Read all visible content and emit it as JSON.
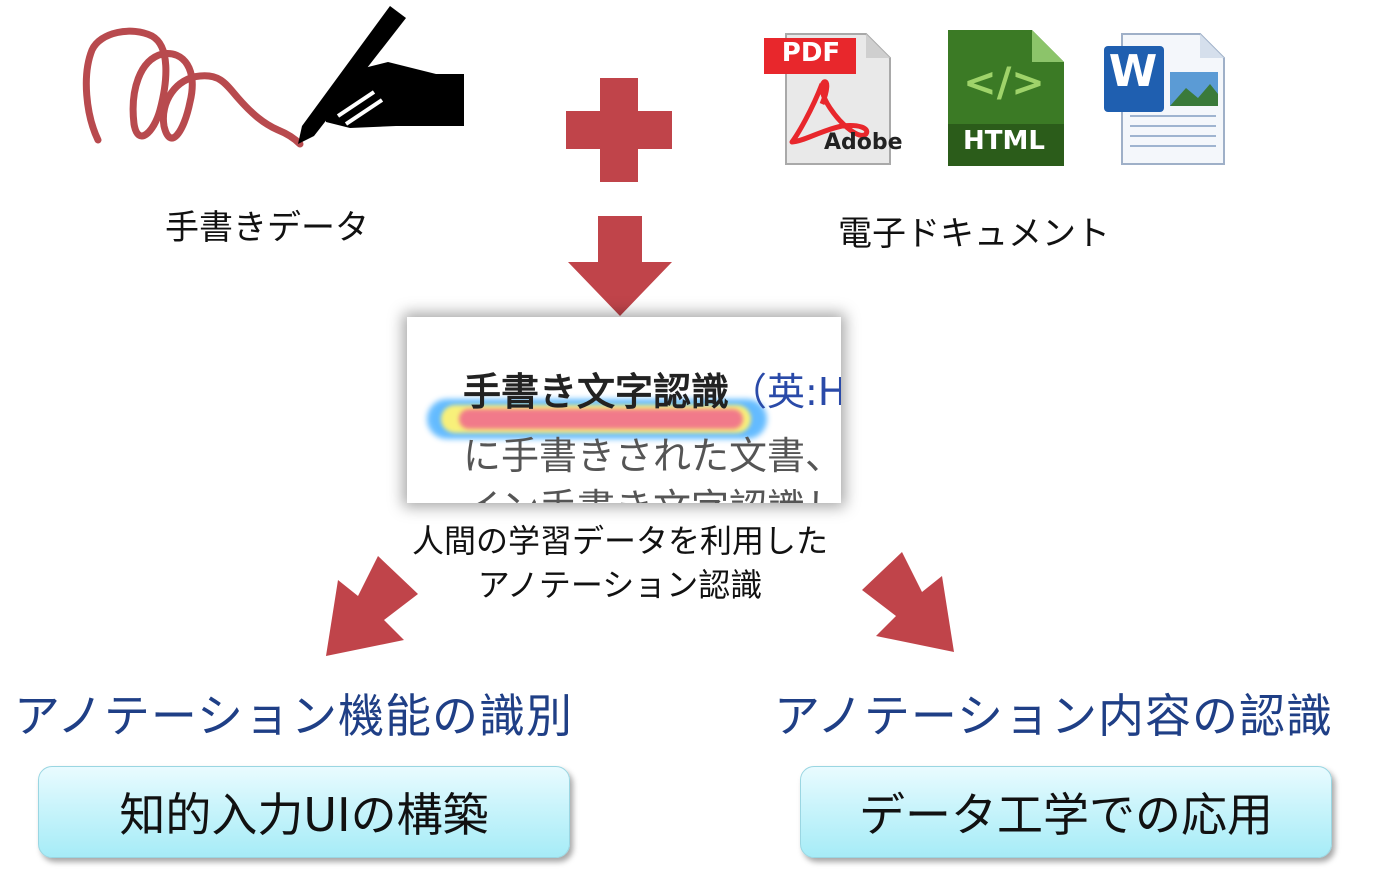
{
  "colors": {
    "arrow": "#c0444a",
    "blue_label": "#1f3f86",
    "box_fill": "#bff2fa"
  },
  "top_left": {
    "label": "手書きデータ",
    "icons": [
      "handwriting-stroke-icon",
      "pen-hand-icon"
    ]
  },
  "top_right": {
    "label": "電子ドキュメント",
    "icons": [
      {
        "name": "pdf-file-icon",
        "badge": "PDF",
        "brand": "Adobe"
      },
      {
        "name": "html-file-icon",
        "glyph": "</>",
        "badge": "HTML"
      },
      {
        "name": "word-file-icon",
        "letter": "W"
      }
    ]
  },
  "center": {
    "doc_snippet": {
      "line1_bold": "手書き文字認識",
      "line1_rest": "（英:H",
      "line2": "に手書きされた文書、",
      "line3": "イン手書き文字認識し"
    },
    "caption_line1": "人間の学習データを利用した",
    "caption_line2": "アノテーション認識"
  },
  "left_branch": {
    "title": "アノテーション機能の識別",
    "box": "知的入力UIの構築"
  },
  "right_branch": {
    "title": "アノテーション内容の認識",
    "box": "データ工学での応用"
  }
}
